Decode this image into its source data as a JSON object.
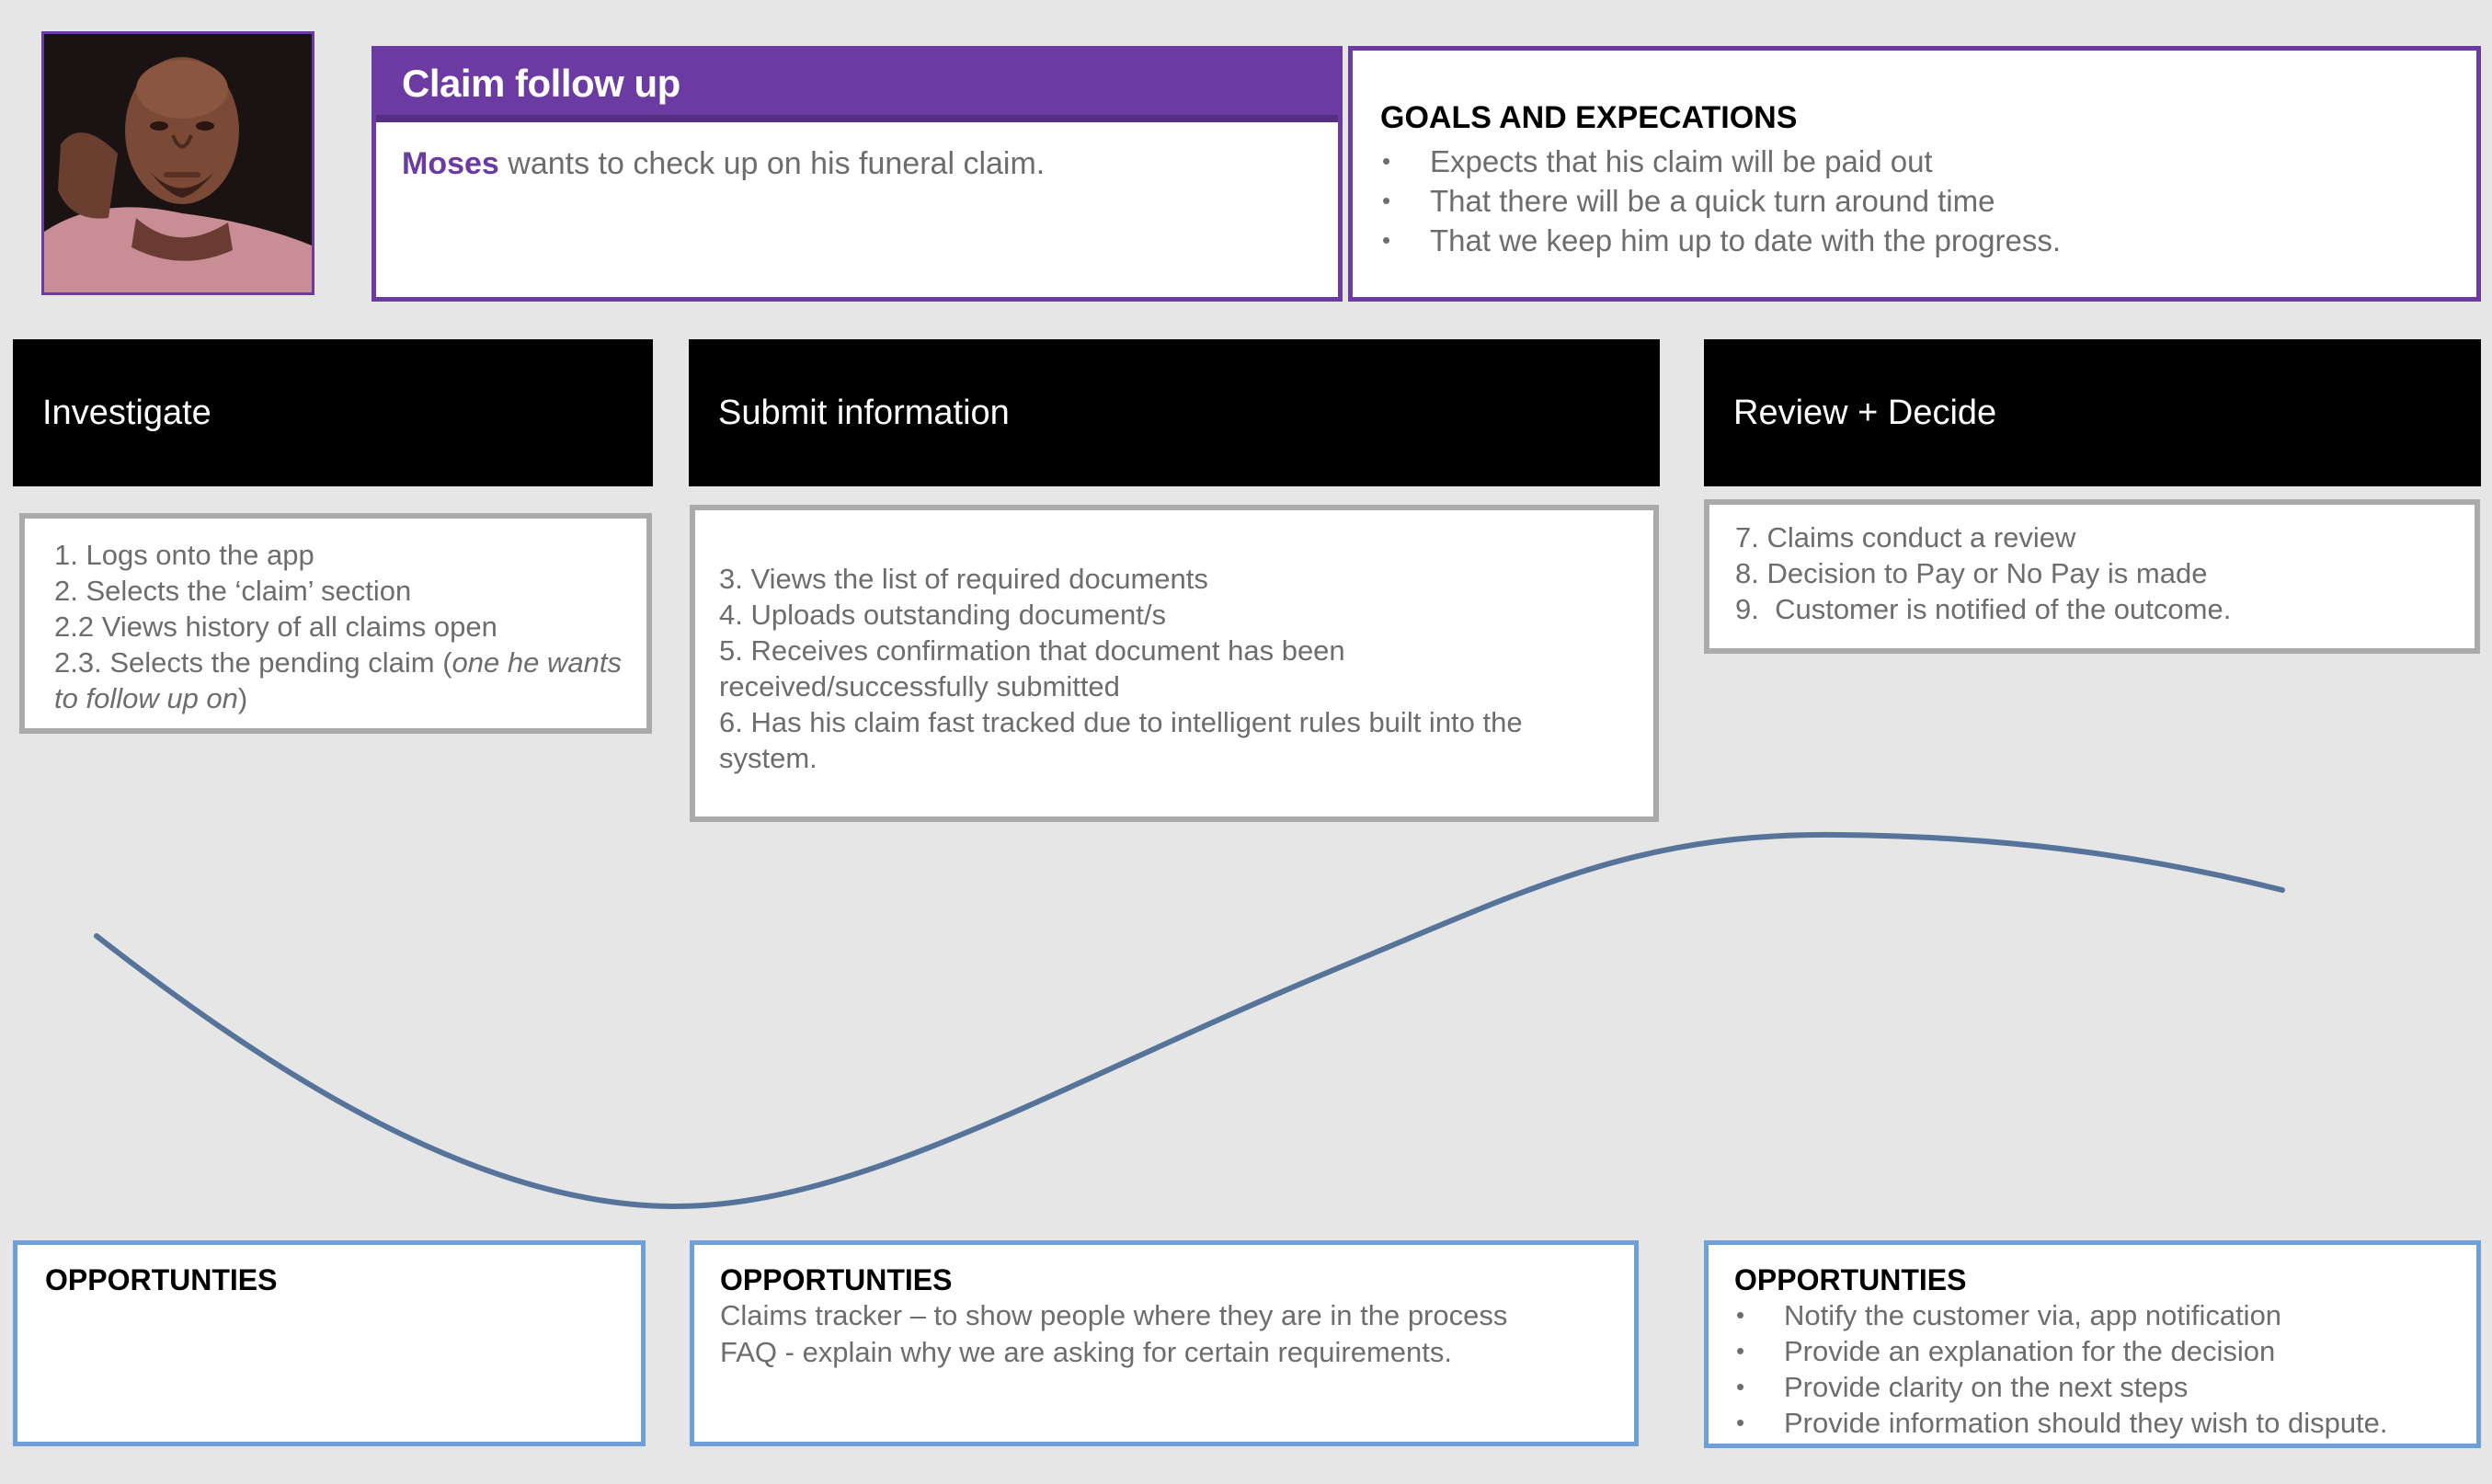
{
  "scenario": {
    "title": "Claim follow up",
    "persona_name": "Moses",
    "description": " wants to check up on his funeral claim."
  },
  "goals": {
    "title": "GOALS AND EXPECATIONS",
    "items": [
      "Expects that his claim will be paid out",
      "That there will be a quick turn around time",
      "That we keep him up to date with the progress."
    ]
  },
  "stages": [
    {
      "title": "Investigate",
      "steps": [
        "1. Logs onto the app",
        "2. Selects the ‘claim’ section",
        "2.2 Views history of all claims open"
      ],
      "last_step_prefix": "2.3. Selects the pending claim (",
      "last_step_italic": "one he wants to follow up on",
      "last_step_suffix": ")",
      "opportunities_title": "OPPORTUNTIES"
    },
    {
      "title": "Submit information",
      "steps": [
        "3. Views the list of required documents",
        "4. Uploads outstanding document/s",
        "5. Receives confirmation that document has been received/successfully submitted",
        "6. Has his claim fast tracked due to intelligent rules built into the system."
      ],
      "opportunities_title": "OPPORTUNTIES",
      "opportunities": [
        "Claims tracker – to show people where they are in the process",
        "FAQ - explain why we are asking for certain requirements."
      ]
    },
    {
      "title": "Review + Decide",
      "steps": [
        "7. Claims conduct a review",
        "8. Decision to Pay or No Pay is made",
        "9.  Customer is notified of the outcome."
      ],
      "opportunities_title": "OPPORTUNTIES",
      "opportunities": [
        "Notify the customer via, app notification",
        "Provide an explanation for the decision",
        "Provide clarity on the next steps",
        "Provide information should they wish to dispute."
      ]
    }
  ],
  "colors": {
    "brand_purple": "#6b3aa3",
    "curve": "#56739a",
    "opportunity_border": "#6e9fd6"
  }
}
